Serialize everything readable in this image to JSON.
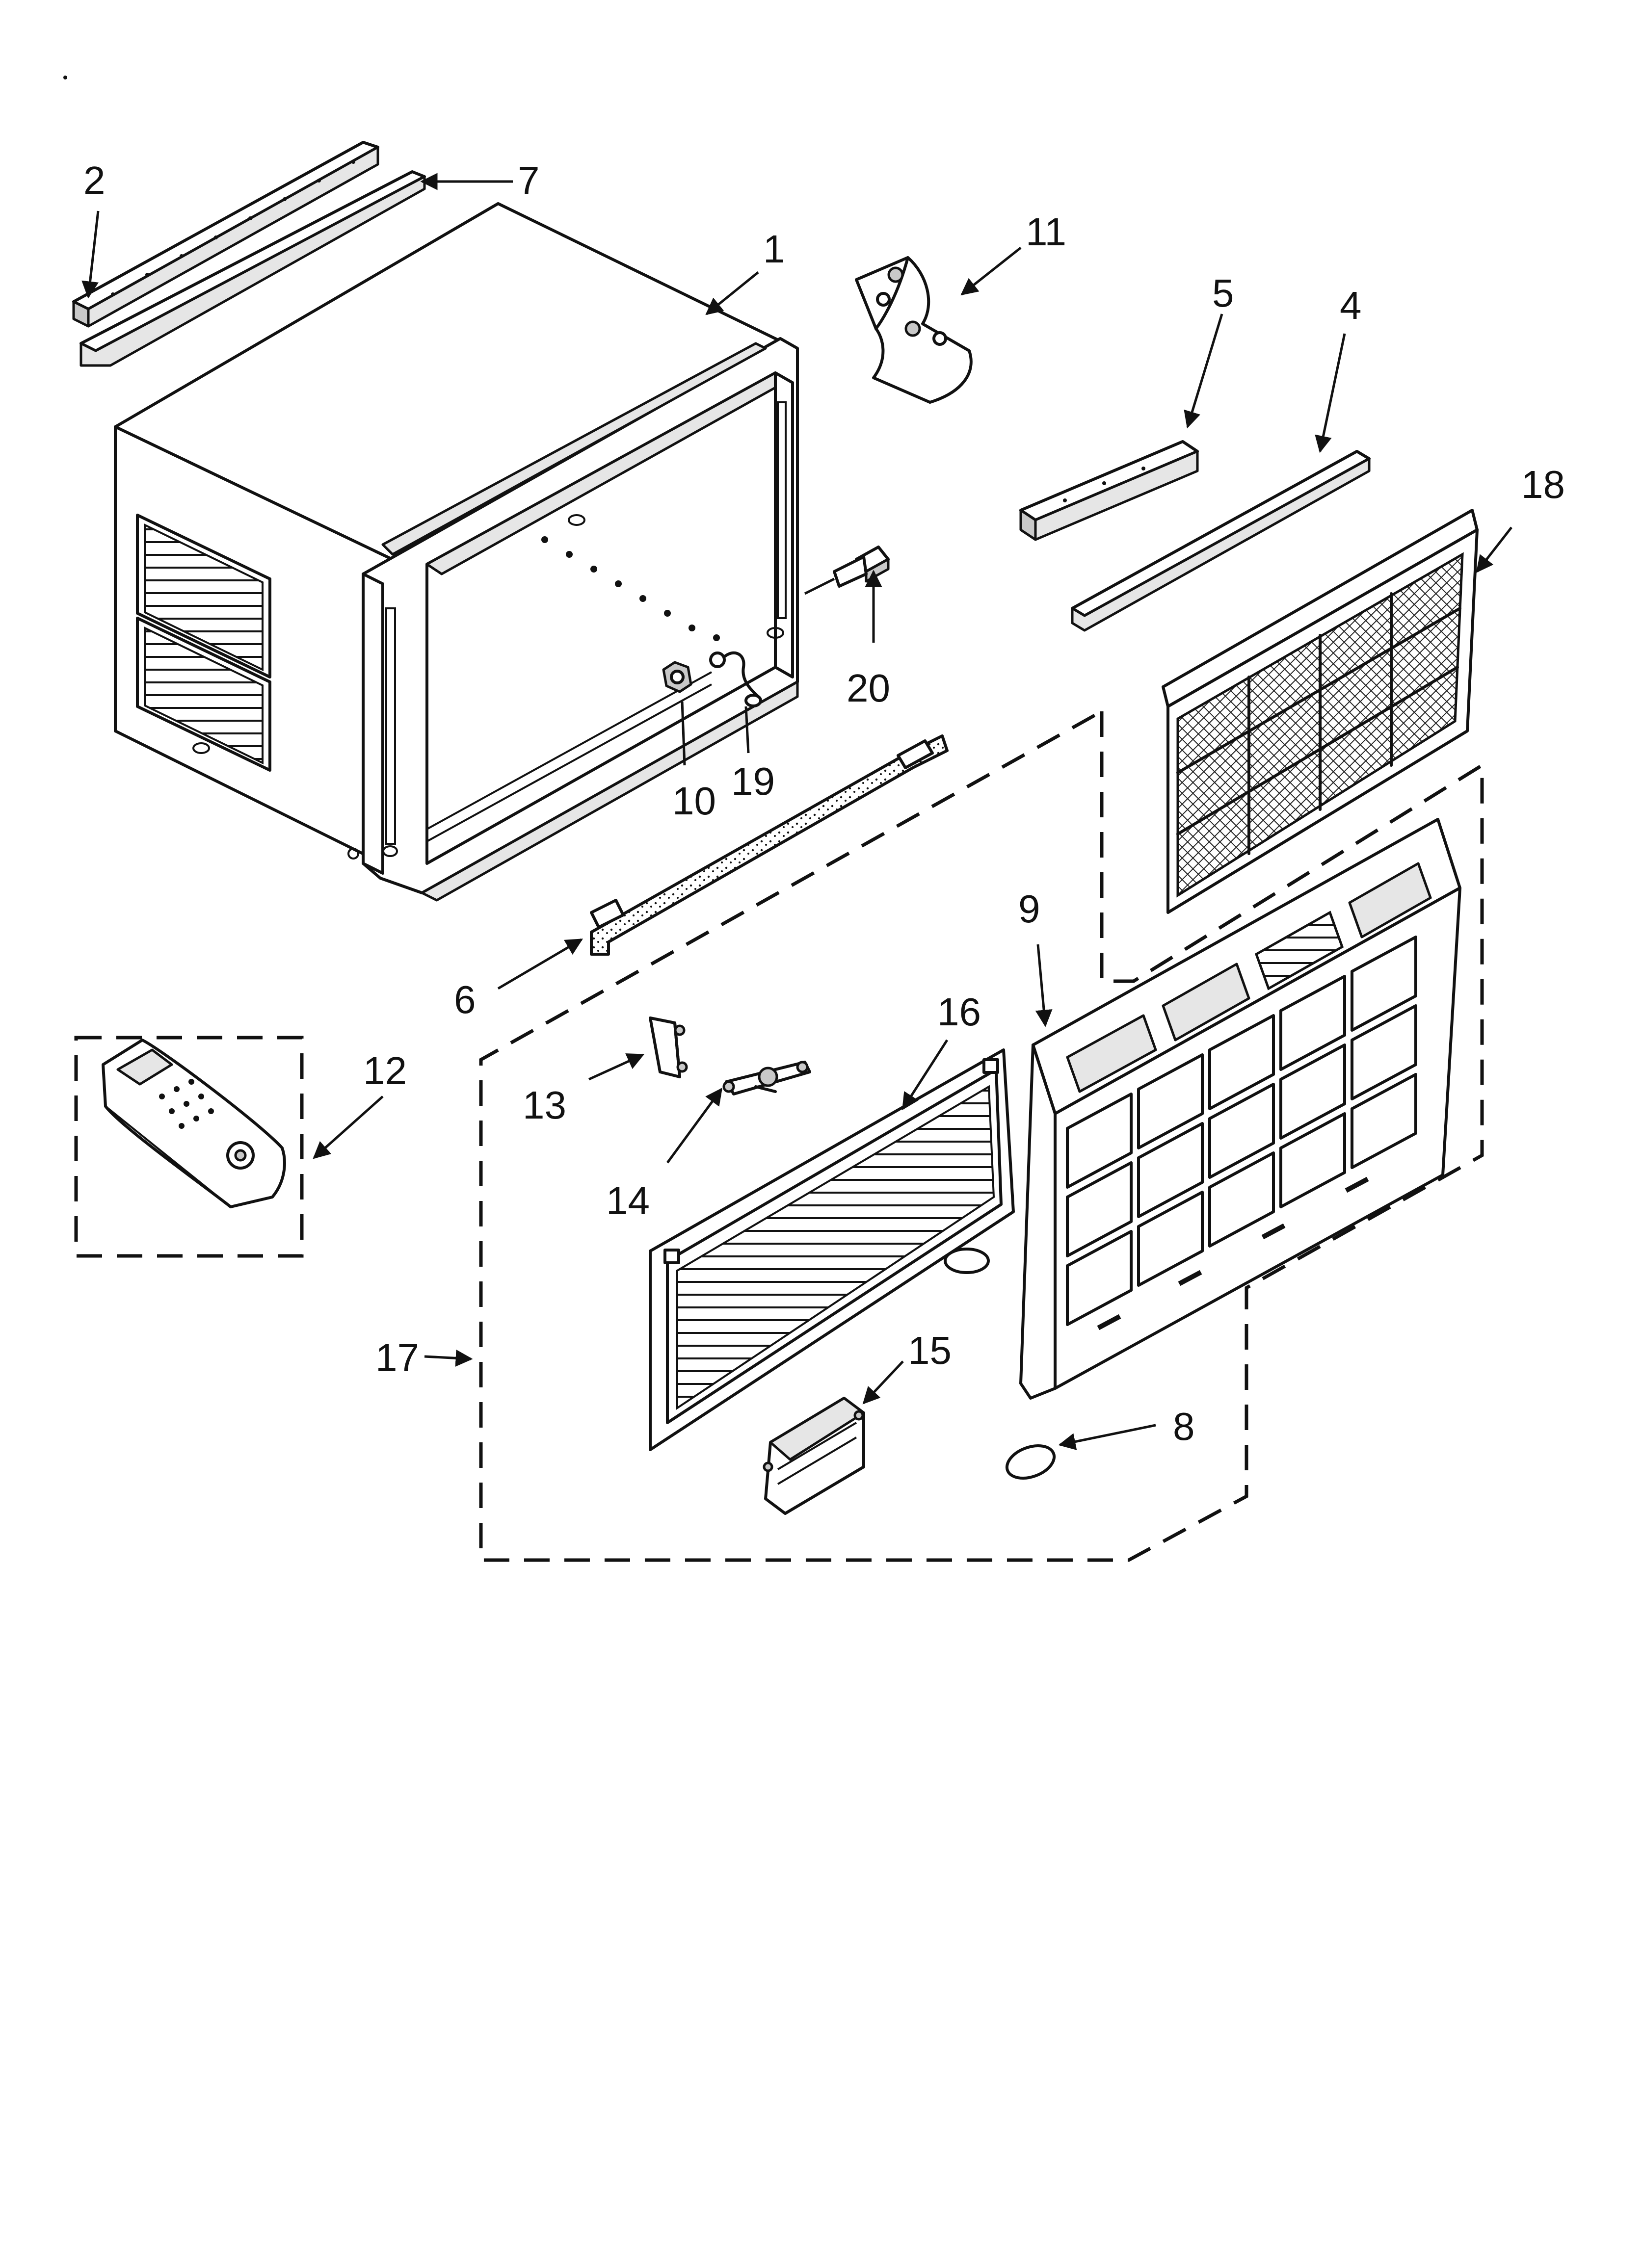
{
  "diagram": {
    "callouts": [
      {
        "id": "c1",
        "text": "1"
      },
      {
        "id": "c2",
        "text": "2"
      },
      {
        "id": "c4",
        "text": "4"
      },
      {
        "id": "c5",
        "text": "5"
      },
      {
        "id": "c6",
        "text": "6"
      },
      {
        "id": "c7",
        "text": "7"
      },
      {
        "id": "c8",
        "text": "8"
      },
      {
        "id": "c9",
        "text": "9"
      },
      {
        "id": "c10",
        "text": "10"
      },
      {
        "id": "c11",
        "text": "11"
      },
      {
        "id": "c12",
        "text": "12"
      },
      {
        "id": "c13",
        "text": "13"
      },
      {
        "id": "c14",
        "text": "14"
      },
      {
        "id": "c15",
        "text": "15"
      },
      {
        "id": "c16",
        "text": "16"
      },
      {
        "id": "c17",
        "text": "17"
      },
      {
        "id": "c18",
        "text": "18"
      },
      {
        "id": "c19",
        "text": "19"
      },
      {
        "id": "c20",
        "text": "20"
      }
    ]
  }
}
